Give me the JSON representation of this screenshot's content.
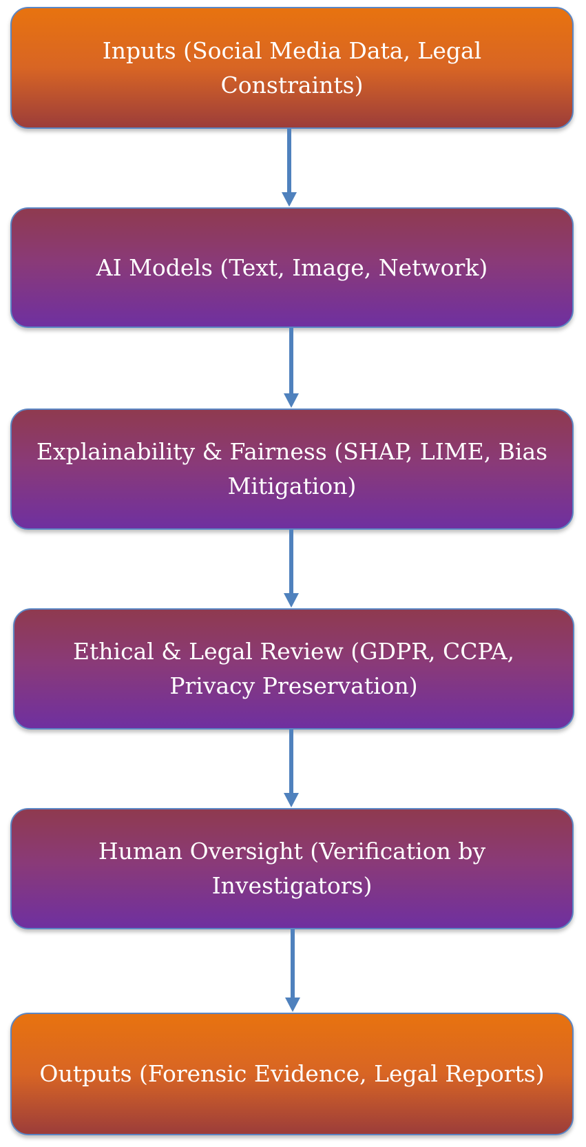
{
  "diagram": {
    "nodes": [
      {
        "id": "inputs",
        "label": "Inputs (Social Media Data, Legal Constraints)",
        "style": "orange"
      },
      {
        "id": "ai-models",
        "label": "AI Models (Text, Image, Network)",
        "style": "purple"
      },
      {
        "id": "explainability",
        "label": "Explainability & Fairness (SHAP, LIME, Bias Mitigation)",
        "style": "purple"
      },
      {
        "id": "ethical-legal",
        "label": "Ethical & Legal Review (GDPR, CCPA, Privacy Preservation)",
        "style": "purple"
      },
      {
        "id": "human-oversight",
        "label": "Human Oversight (Verification by Investigators)",
        "style": "purple"
      },
      {
        "id": "outputs",
        "label": "Outputs (Forensic Evidence, Legal Reports)",
        "style": "orange"
      }
    ],
    "edges": [
      {
        "from": "inputs",
        "to": "ai-models"
      },
      {
        "from": "ai-models",
        "to": "explainability"
      },
      {
        "from": "explainability",
        "to": "ethical-legal"
      },
      {
        "from": "ethical-legal",
        "to": "human-oversight"
      },
      {
        "from": "human-oversight",
        "to": "outputs"
      }
    ],
    "colors": {
      "orange_top": "#e8730f",
      "orange_bottom": "#9c3d3a",
      "purple_top": "#8f3a4f",
      "purple_bottom": "#6f30a0",
      "border": "#5b86c4",
      "arrow": "#4f81bd",
      "text": "#ffffff"
    }
  }
}
